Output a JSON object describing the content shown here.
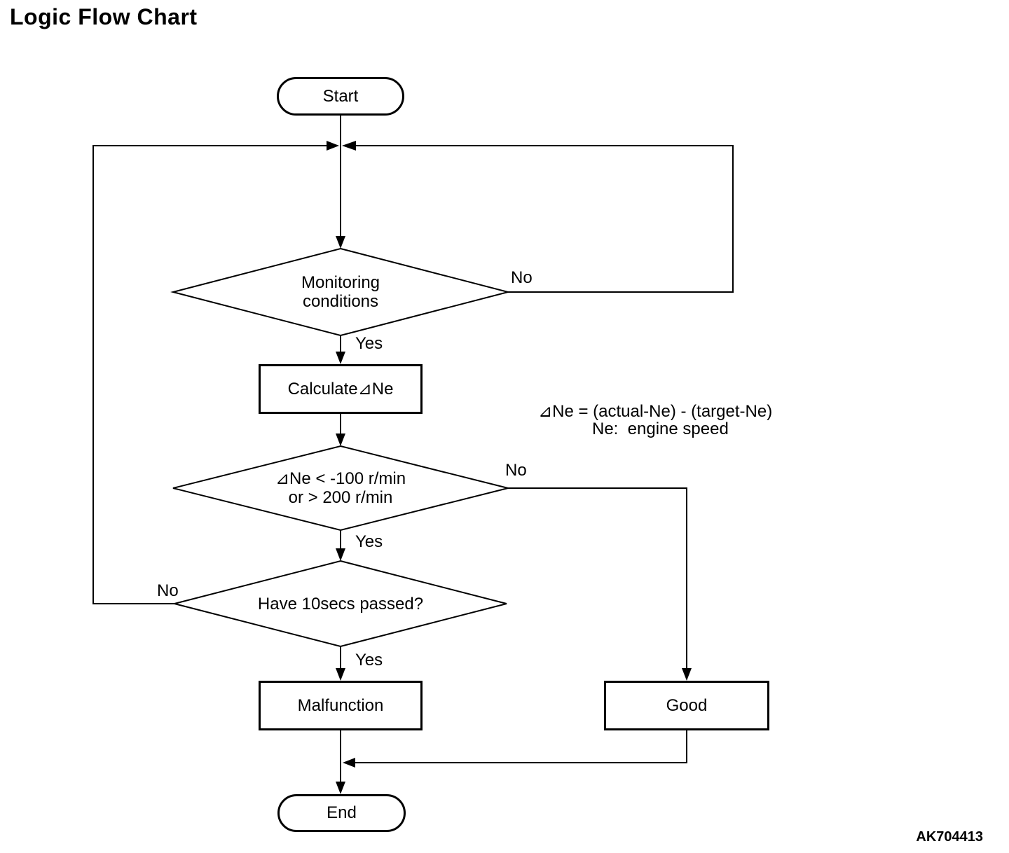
{
  "title": "Logic Flow Chart",
  "figure_id": "AK704413",
  "colors": {
    "ink": "#000000",
    "background": "#ffffff"
  },
  "nodes": {
    "start": {
      "type": "terminator",
      "label": "Start"
    },
    "monitoring": {
      "type": "decision",
      "line1": "Monitoring",
      "line2": "conditions"
    },
    "calculate": {
      "type": "process",
      "label": "Calculate⊿Ne"
    },
    "delta_check": {
      "type": "decision",
      "line1": "⊿Ne < -100 r/min",
      "line2": "or > 200 r/min"
    },
    "ten_secs": {
      "type": "decision",
      "label": "Have 10secs passed?"
    },
    "malfunction": {
      "type": "process",
      "label": "Malfunction"
    },
    "good": {
      "type": "process",
      "label": "Good"
    },
    "end": {
      "type": "terminator",
      "label": "End"
    }
  },
  "edges": {
    "monitoring_no": "No",
    "monitoring_yes": "Yes",
    "delta_no": "No",
    "delta_yes": "Yes",
    "ten_secs_no": "No",
    "ten_secs_yes": "Yes"
  },
  "note": {
    "line1": "⊿Ne = (actual-Ne) - (target-Ne)",
    "line2": "Ne:  engine speed"
  }
}
